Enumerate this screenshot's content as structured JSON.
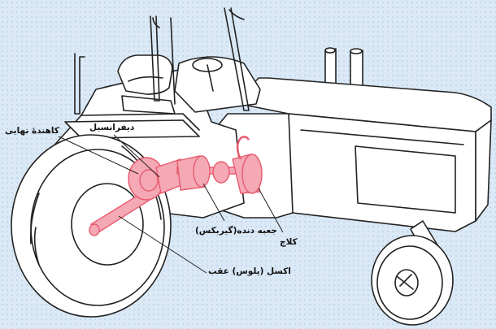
{
  "labels": {
    "final_drive": "کاهندهٔ نهایی",
    "differential": "دیفرانسیل",
    "gearbox": "جعبه دنده(گیربکس)",
    "clutch": "کلاچ",
    "rear_axle": "اکسل (پلوس) عقب"
  },
  "colors": {
    "background_pattern": "#cfe2f2",
    "outline": "#222222",
    "drivetrain_fill": "#f4a9b4",
    "drivetrain_stroke": "#e85a6e"
  }
}
